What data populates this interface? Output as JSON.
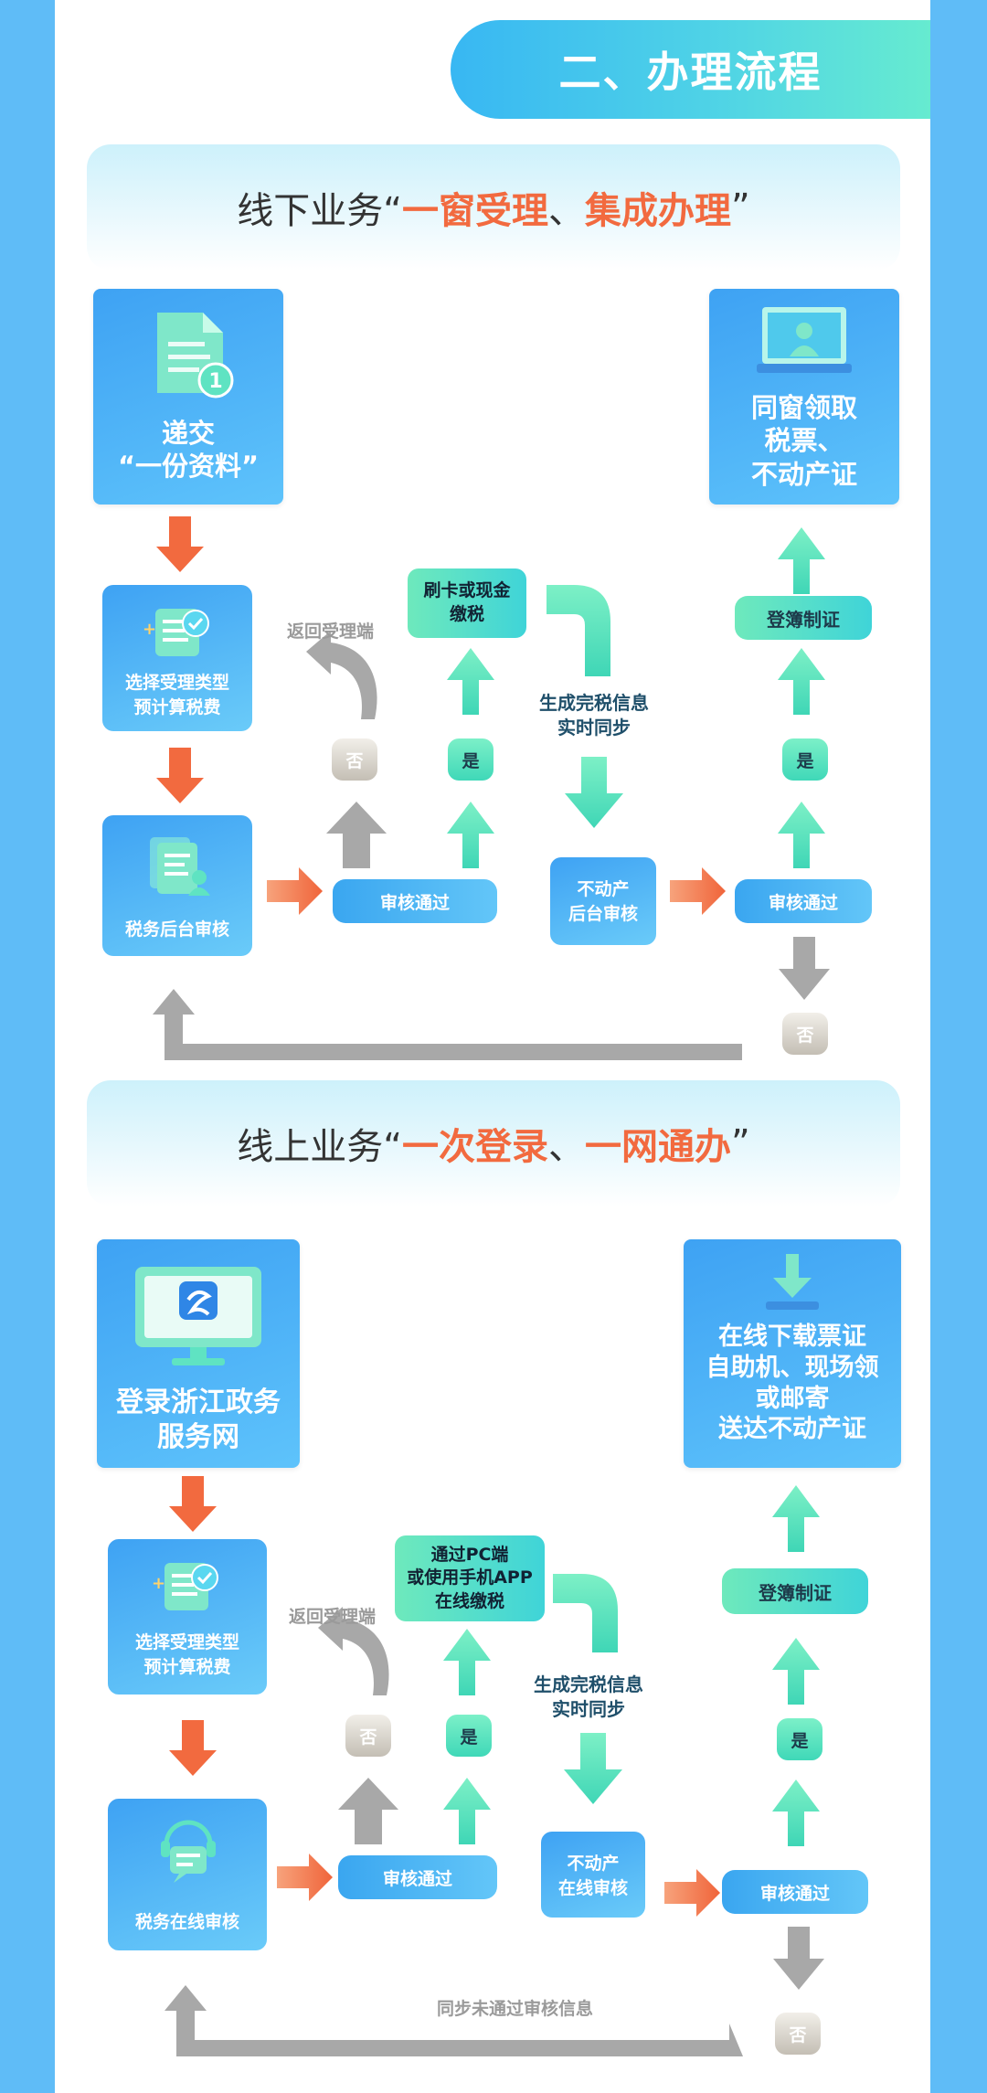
{
  "header": {
    "title": "二、办理流程"
  },
  "offline": {
    "banner_prefix": "线下业务“",
    "banner_hl1": "一窗受理",
    "banner_sep": "、",
    "banner_hl2": "集成办理",
    "banner_suffix": "”",
    "submit_line1": "递交",
    "submit_line2": "“一份资料”",
    "badge_number": "1",
    "select_line1": "选择受理类型",
    "select_line2": "预计算税费",
    "review_label": "税务后台审核",
    "pass_label": "审核通过",
    "return_label": "返回受理端",
    "no_label": "否",
    "yes_label": "是",
    "pay_line1": "刷卡或现金",
    "pay_line2": "缴税",
    "sync_line1": "生成完税信息",
    "sync_line2": "实时同步",
    "property_line1": "不动产",
    "property_line2": "后台审核",
    "pass2_label": "审核通过",
    "register_label": "登簿制证",
    "yes2_label": "是",
    "no2_label": "否",
    "collect_line1": "同窗领取",
    "collect_line2": "税票、",
    "collect_line3": "不动产证"
  },
  "online": {
    "banner_prefix": "线上业务“",
    "banner_hl1": "一次登录",
    "banner_sep": "、",
    "banner_hl2": "一网通办",
    "banner_suffix": "”",
    "login_line1": "登录浙江政务",
    "login_line2": "服务网",
    "select_line1": "选择受理类型",
    "select_line2": "预计算税费",
    "review_label": "税务在线审核",
    "pass_label": "审核通过",
    "return_label": "返回受理端",
    "no_label": "否",
    "yes_label": "是",
    "pay_line1": "通过PC端",
    "pay_line2": "或使用手机APP",
    "pay_line3": "在线缴税",
    "sync_line1": "生成完税信息",
    "sync_line2": "实时同步",
    "property_line1": "不动产",
    "property_line2": "在线审核",
    "pass2_label": "审核通过",
    "register_label": "登簿制证",
    "yes2_label": "是",
    "no2_label": "否",
    "sync_fail_label": "同步未通过审核信息",
    "result_line1": "在线下载票证",
    "result_line2": "自助机、现场领",
    "result_line3": "或邮寄",
    "result_line4": "送达不动产证"
  },
  "colors": {
    "blue": "#3ea2f3",
    "green": "#5fe3c2",
    "orange_arrow": "#f26a3f",
    "gray_arrow": "#a8a8a8",
    "highlight": "#f26a3f"
  }
}
